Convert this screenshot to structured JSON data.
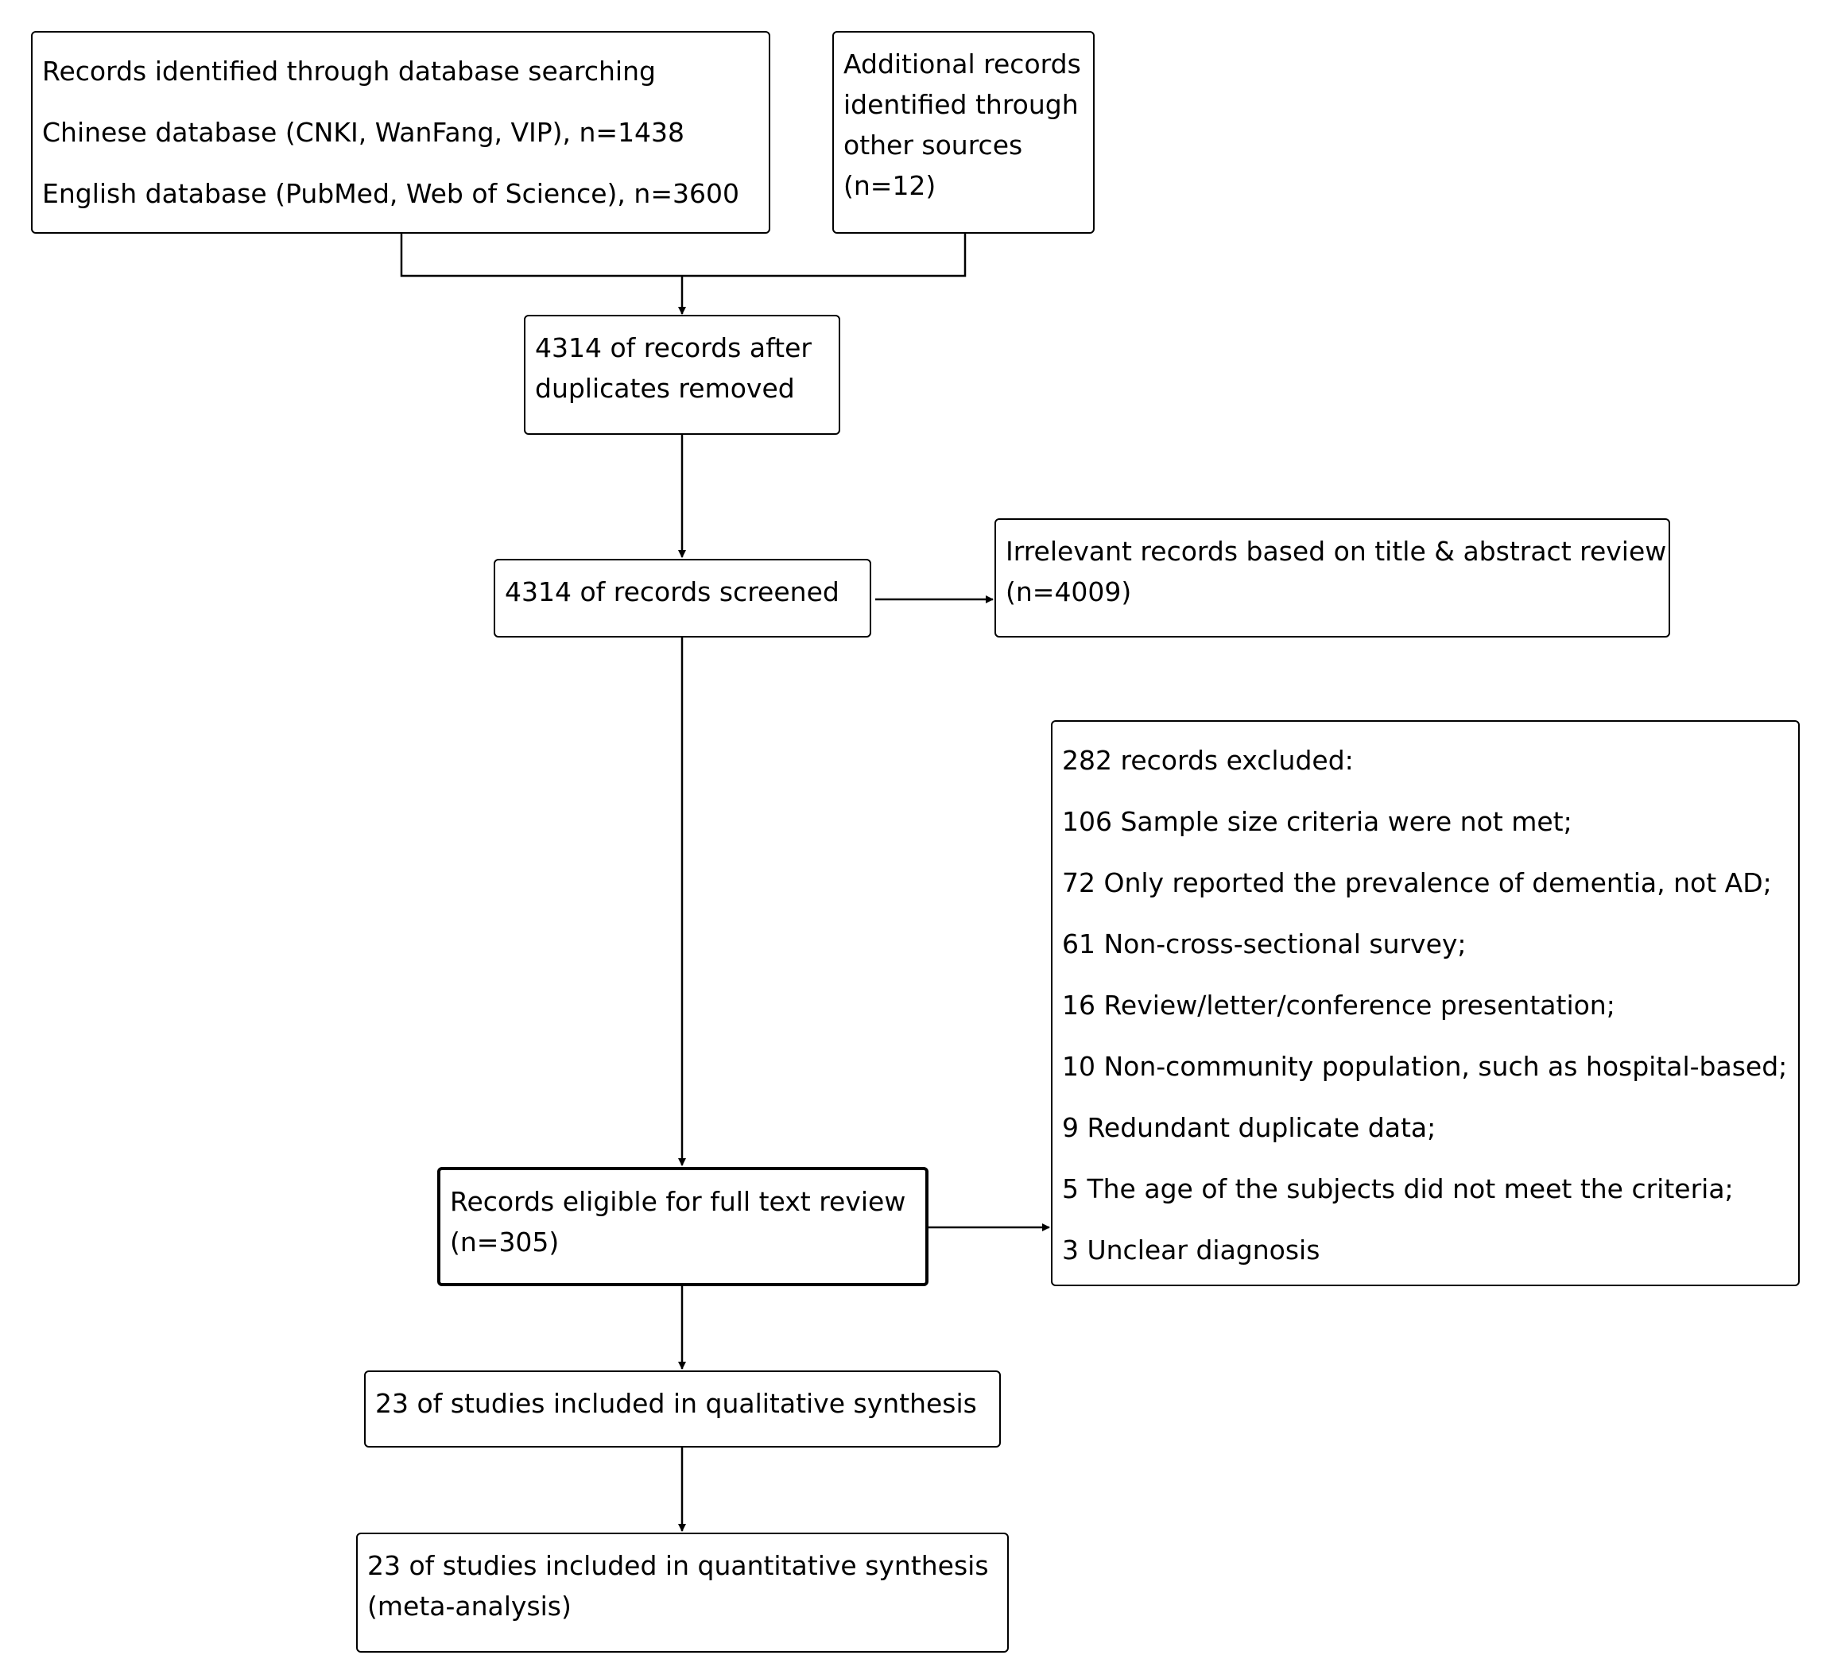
{
  "boxes": {
    "database_search": {
      "lines": [
        "Records identified through database searching",
        "Chinese database (CNKI, WanFang, VIP), n=1438",
        "English database (PubMed, Web of Science), n=3600"
      ]
    },
    "additional_records": {
      "lines": [
        "Additional records",
        "identified through",
        "other sources",
        "(n=12)"
      ]
    },
    "after_duplicates": {
      "lines": [
        "4314 of records after",
        "duplicates removed"
      ]
    },
    "screened": {
      "lines": [
        "4314 of records screened"
      ]
    },
    "irrelevant": {
      "lines": [
        "Irrelevant records based on title & abstract review",
        "(n=4009)"
      ]
    },
    "excluded": {
      "lines": [
        "282 records excluded:",
        "106 Sample size criteria were not met;",
        "72 Only reported the prevalence of dementia, not AD;",
        "61 Non-cross-sectional survey;",
        "16 Review/letter/conference presentation;",
        "10 Non-community population, such as hospital-based;",
        "9 Redundant duplicate data;",
        "5 The age of the subjects did not meet the criteria;",
        "3 Unclear diagnosis"
      ]
    },
    "eligible": {
      "lines": [
        "Records eligible for full text review",
        "(n=305)"
      ]
    },
    "qualitative": {
      "lines": [
        "23 of studies included in qualitative synthesis"
      ]
    },
    "quantitative": {
      "lines": [
        "23 of studies included in quantitative synthesis",
        "(meta-analysis)"
      ]
    }
  }
}
